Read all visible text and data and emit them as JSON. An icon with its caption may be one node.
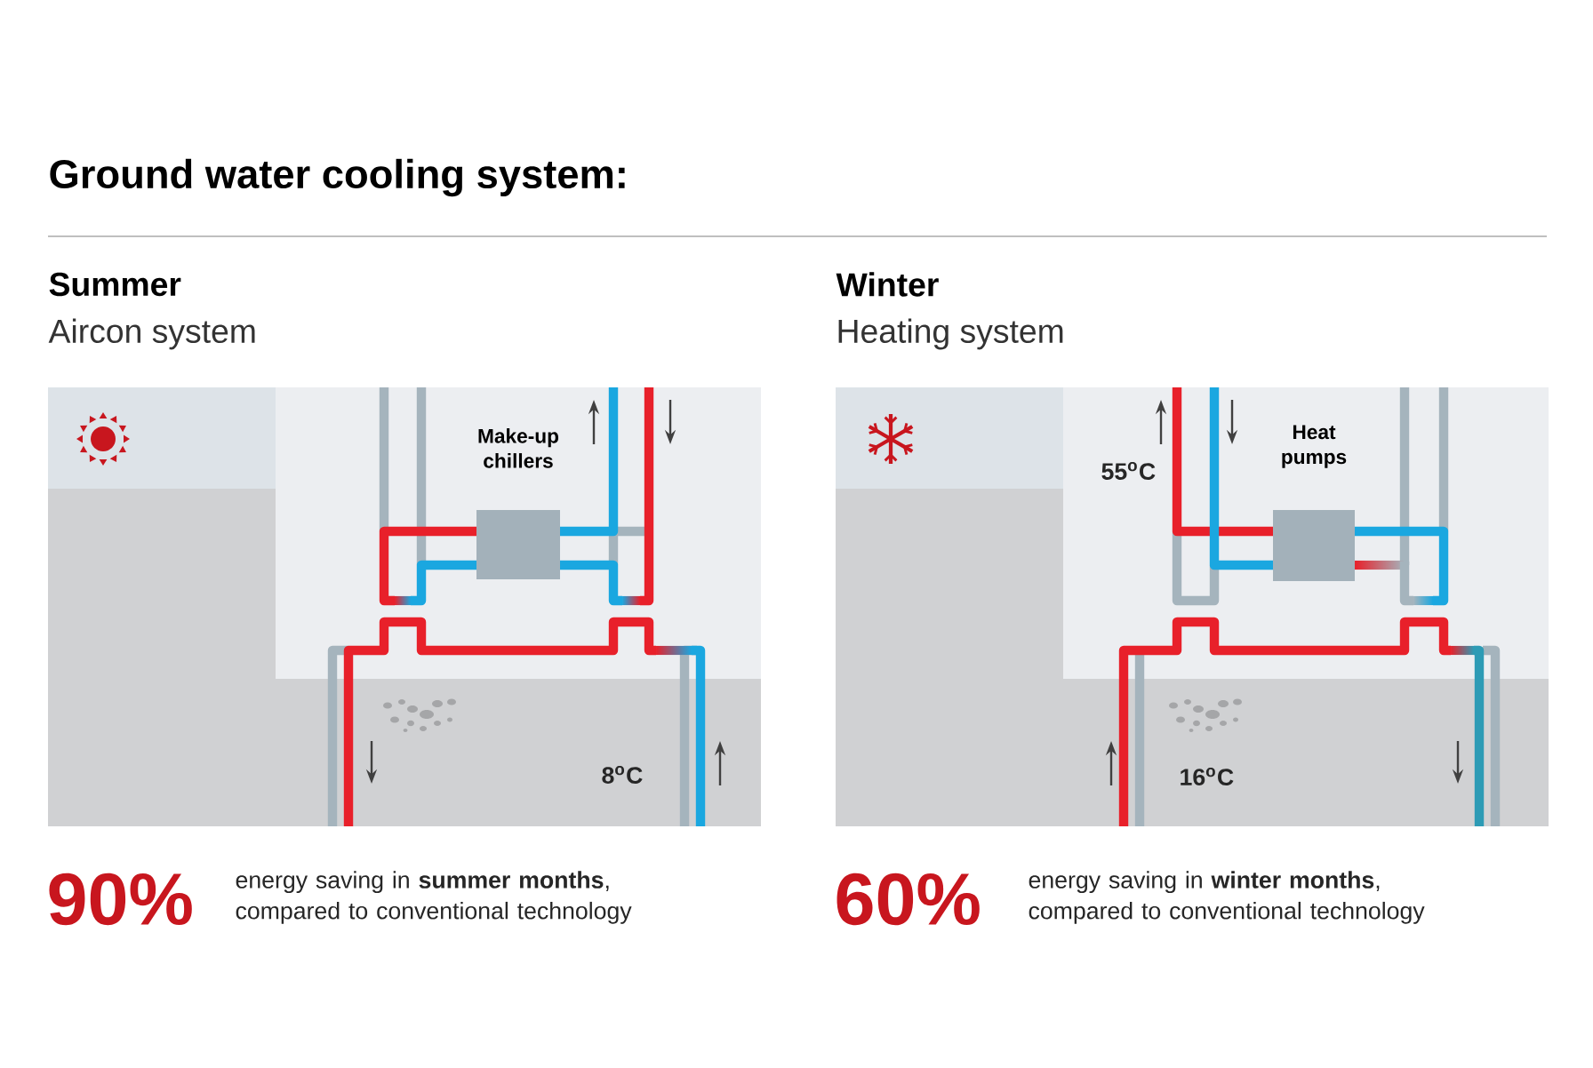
{
  "diagram": {
    "title": "Ground water cooling system:",
    "nodes": [
      {
        "text": [
          "Make-up chillers"
        ]
      },
      {
        "text": [
          "Heat pumps"
        ]
      }
    ],
    "labels": [
      "Summer",
      "Aircon system",
      "Winter",
      "Heating system",
      "8$^{o}$C",
      "55$^{o}$C",
      "16$^{o}$C",
      "90%",
      "energy saving in **summer months**, compared to conventional technology",
      "60%",
      "energy saving in **winter months**, compared to conventional technology"
    ]
  }
}
